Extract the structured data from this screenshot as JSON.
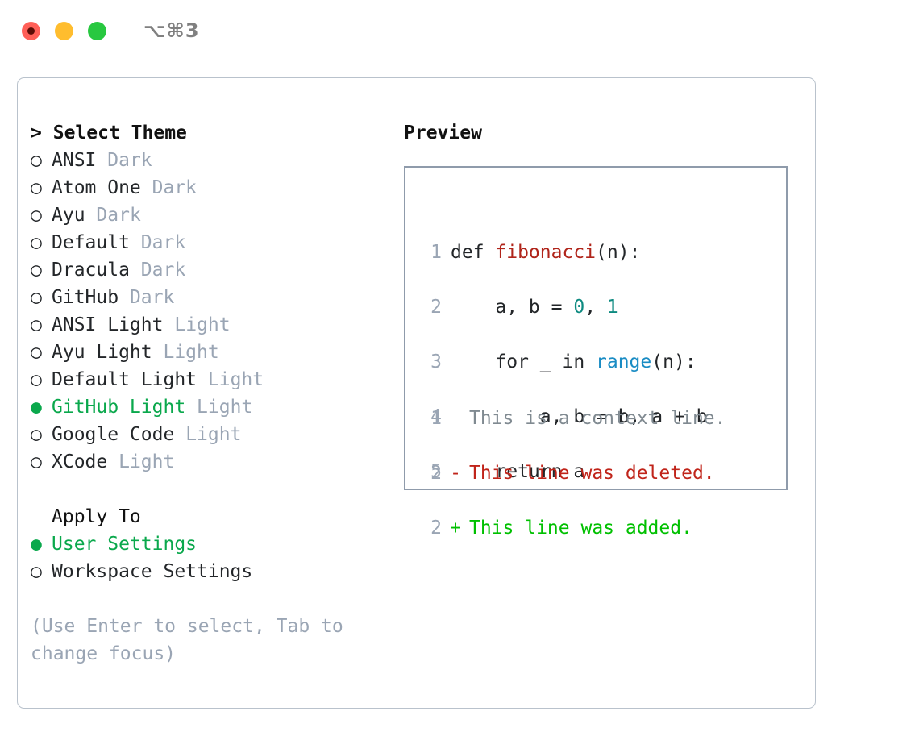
{
  "titlebar": {
    "shortcut": "⌥⌘3",
    "buttons": [
      {
        "name": "close",
        "color": "#ff5f57"
      },
      {
        "name": "minimize",
        "color": "#ffbd2e"
      },
      {
        "name": "zoom",
        "color": "#28c840"
      }
    ]
  },
  "theme_picker": {
    "header_caret": ">",
    "header": "Select Theme",
    "marker_unselected": "○",
    "marker_selected": "●",
    "selected_color": "#0aa84c",
    "items": [
      {
        "name": "ANSI",
        "kind": "Dark",
        "selected": false
      },
      {
        "name": "Atom One",
        "kind": "Dark",
        "selected": false
      },
      {
        "name": "Ayu",
        "kind": "Dark",
        "selected": false
      },
      {
        "name": "Default",
        "kind": "Dark",
        "selected": false
      },
      {
        "name": "Dracula",
        "kind": "Dark",
        "selected": false
      },
      {
        "name": "GitHub",
        "kind": "Dark",
        "selected": false
      },
      {
        "name": "ANSI Light",
        "kind": "Light",
        "selected": false
      },
      {
        "name": "Ayu Light",
        "kind": "Light",
        "selected": false
      },
      {
        "name": "Default Light",
        "kind": "Light",
        "selected": false
      },
      {
        "name": "GitHub Light",
        "kind": "Light",
        "selected": true
      },
      {
        "name": "Google Code",
        "kind": "Light",
        "selected": false
      },
      {
        "name": "XCode",
        "kind": "Light",
        "selected": false
      }
    ]
  },
  "apply_to": {
    "header": "Apply To",
    "options": [
      {
        "label": "User Settings",
        "selected": true
      },
      {
        "label": "Workspace Settings",
        "selected": false
      }
    ]
  },
  "hint": "(Use Enter to select, Tab to change focus)",
  "preview": {
    "title": "Preview",
    "code_lines": [
      {
        "number": "1",
        "tokens": [
          {
            "text": "def ",
            "type": "plain"
          },
          {
            "text": "fibonacci",
            "type": "fn"
          },
          {
            "text": "(n):",
            "type": "plain"
          }
        ]
      },
      {
        "number": "2",
        "tokens": [
          {
            "text": "    a, b = ",
            "type": "plain"
          },
          {
            "text": "0",
            "type": "num"
          },
          {
            "text": ", ",
            "type": "plain"
          },
          {
            "text": "1",
            "type": "num"
          }
        ]
      },
      {
        "number": "3",
        "tokens": [
          {
            "text": "    for _ in ",
            "type": "plain"
          },
          {
            "text": "range",
            "type": "kw"
          },
          {
            "text": "(n):",
            "type": "plain"
          }
        ]
      },
      {
        "number": "4",
        "tokens": [
          {
            "text": "        a, b = b, a + b",
            "type": "plain"
          }
        ]
      },
      {
        "number": "5",
        "tokens": [
          {
            "text": "    return a",
            "type": "plain"
          }
        ]
      }
    ],
    "diff_lines": [
      {
        "number": "1",
        "sign": " ",
        "text": "This is a context line.",
        "type": "context"
      },
      {
        "number": "2",
        "sign": "-",
        "text": "This line was deleted.",
        "type": "del"
      },
      {
        "number": "2",
        "sign": "+",
        "text": "This line was added.",
        "type": "add"
      }
    ]
  },
  "colors": {
    "selected_green": "#0aa84c",
    "muted": "#9aa5b4",
    "diff_delete": "#c0241a",
    "diff_add": "#00c000",
    "syntax_function": "#b0241a",
    "syntax_number": "#0d8a80",
    "syntax_keyword": "#1a8cc4",
    "panel_border": "#b9c2cc",
    "preview_border": "#8f9bab"
  }
}
